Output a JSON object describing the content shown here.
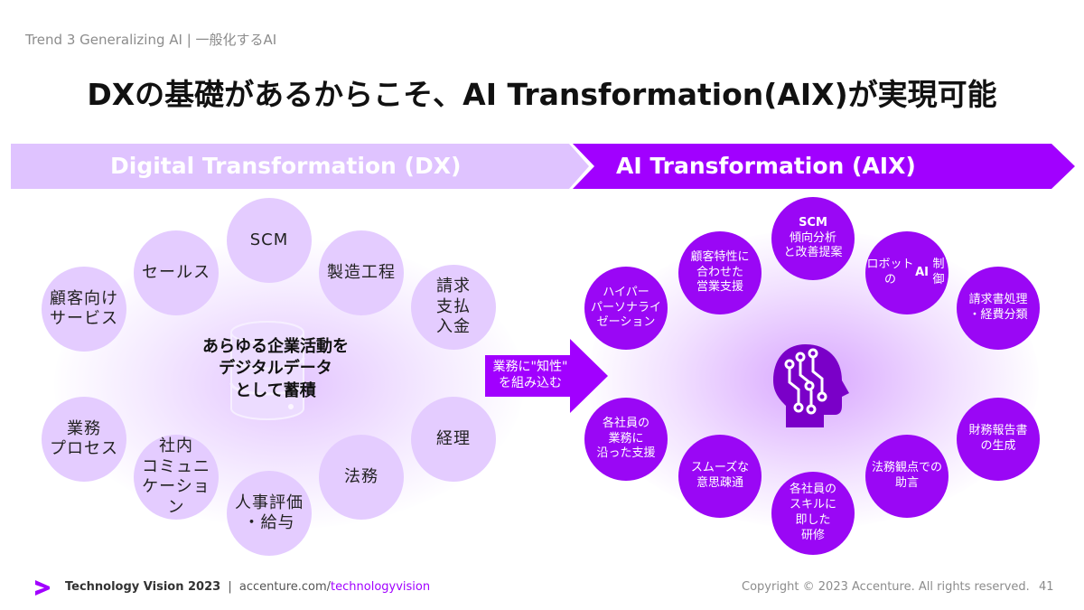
{
  "header": {
    "trend_label": "Trend 3 Generalizing AI | 一般化するAI",
    "title": "DXの基礎があるからこそ、AI Transformation(AIX)が実現可能"
  },
  "bands": {
    "dx_label": "Digital Transformation (DX)",
    "aix_label": "AI Transformation (AIX)"
  },
  "dx_center": "あらゆる企業活動を\nデジタルデータ\nとして蓄積",
  "dx_circles": [
    "SCM",
    "製造工程",
    "請求\n支払\n入金",
    "経理",
    "法務",
    "人事評価\n・給与",
    "社内\nコミュニ\nケーション",
    "業務\nプロセス",
    "顧客向け\nサービス",
    "セールス"
  ],
  "arrow_label": "業務に\"知性\"\nを組み込む",
  "aix_circles": [
    "顧客特性に\n合わせた\n営業支援",
    "ロボットの\nAI制御",
    "請求書処理\n・経費分類",
    "財務報告書\nの生成",
    "法務観点での\n助言",
    "各社員の\nスキルに\n即した\n研修",
    "スムーズな\n意思疎通",
    "各社員の\n業務に\n沿った支援",
    "ハイパー\nパーソナライ\nゼーション"
  ],
  "aix_top_circle": {
    "heading": "SCM",
    "body": "傾向分析\nと改善提案"
  },
  "icons": {
    "logo": "accenture-chevron-icon",
    "dx_center_icon": "database-icon",
    "aix_center_icon": "ai-head-icon"
  },
  "colors": {
    "dx_band": "#dfc3ff",
    "aix_band": "#a100ff",
    "dx_circle": "#e4ccff",
    "aix_circle": "#9a07f5",
    "arrow": "#a100ff"
  },
  "footer": {
    "brand": "Technology Vision 2023",
    "separator": "|",
    "url_prefix": "accenture.com/",
    "url_highlight": "technologyvision",
    "copyright": "Copyright © 2023 Accenture. All rights reserved.",
    "page_number": "41"
  }
}
